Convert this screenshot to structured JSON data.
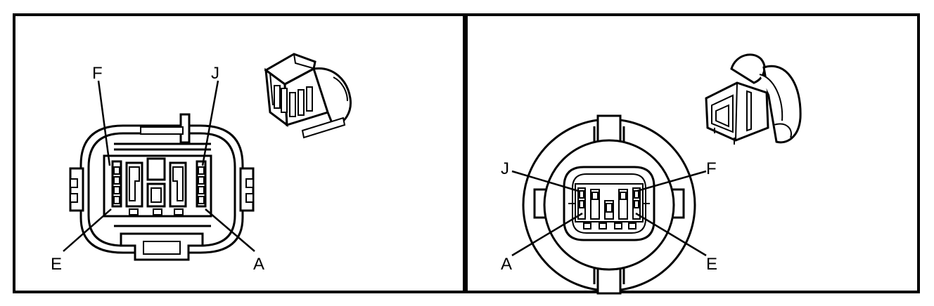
{
  "colors": {
    "ink": "#000000",
    "paper": "#ffffff"
  },
  "panels": [
    {
      "id": "left",
      "labels": {
        "top_left": "F",
        "top_right": "J",
        "bottom_left": "E",
        "bottom_right": "A"
      }
    },
    {
      "id": "right",
      "labels": {
        "top_left": "J",
        "top_right": "F",
        "bottom_left": "A",
        "bottom_right": "E"
      }
    }
  ]
}
